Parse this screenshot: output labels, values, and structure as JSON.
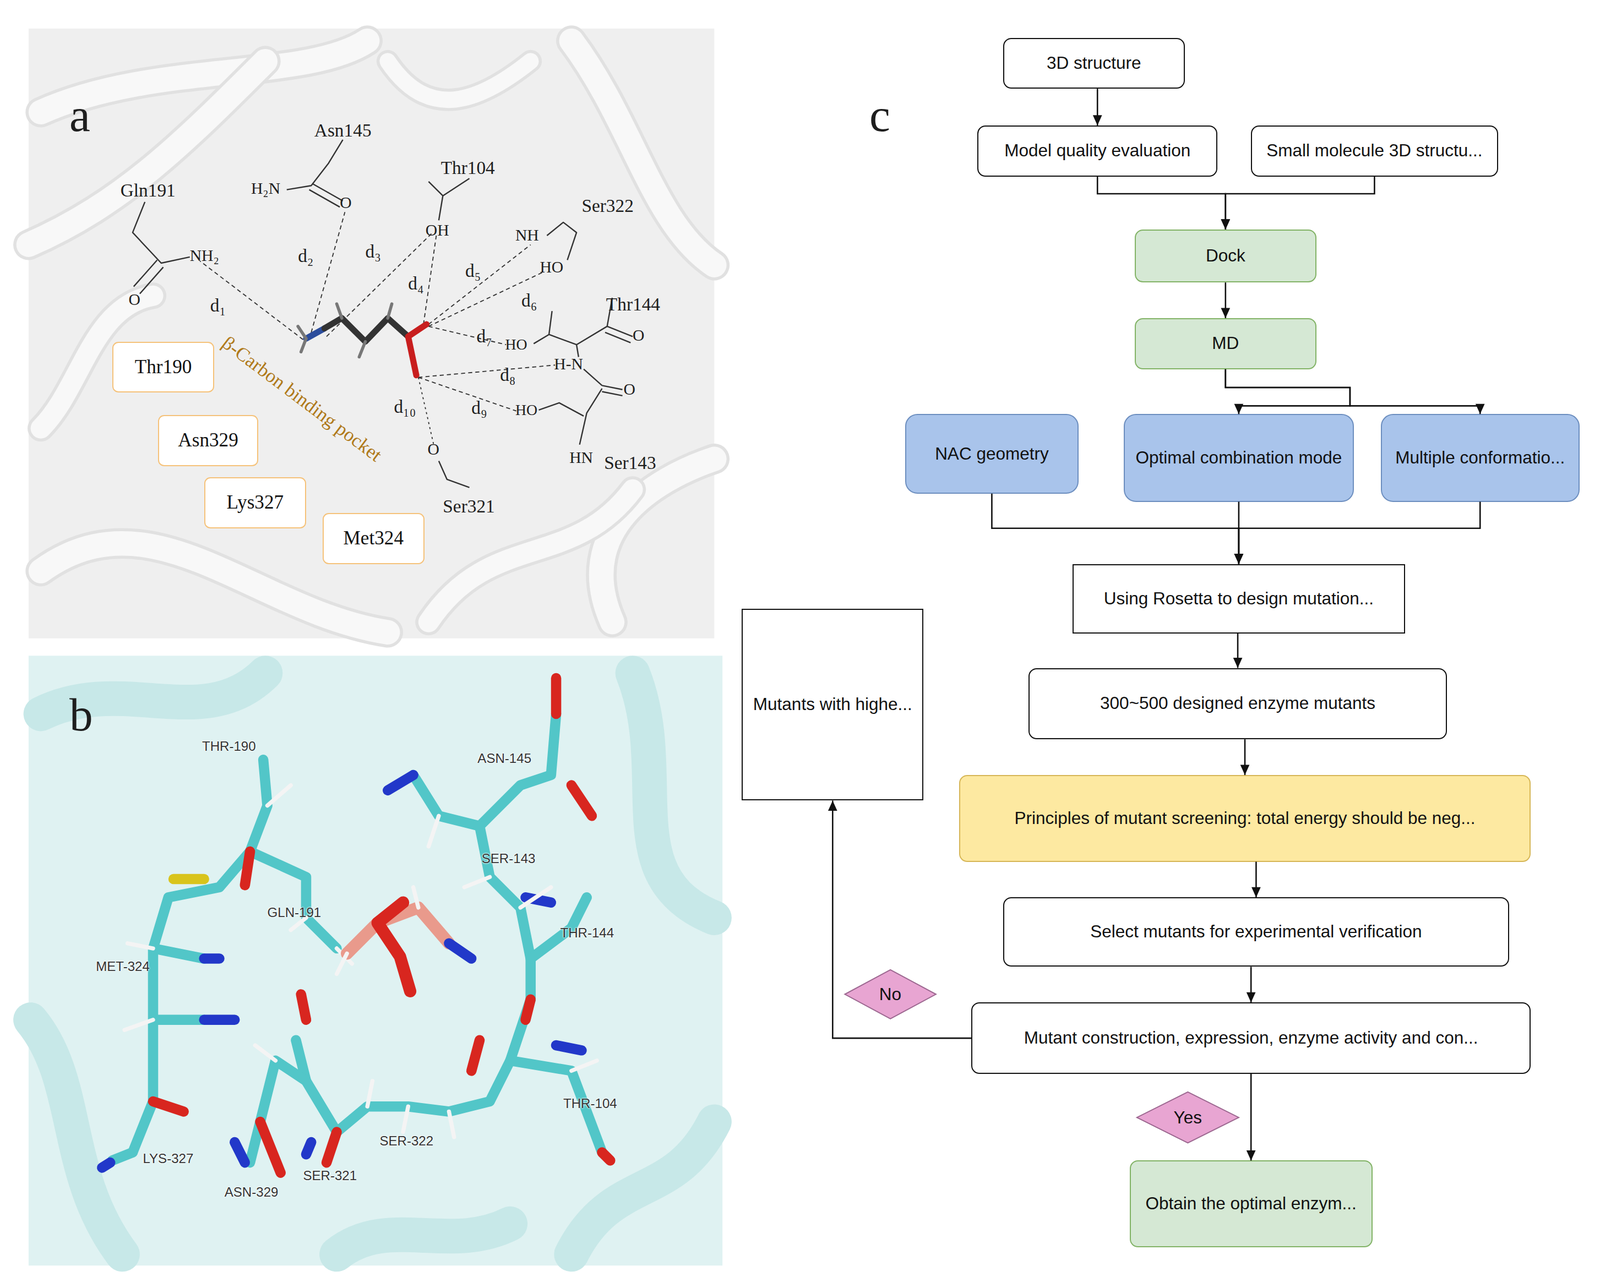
{
  "diagram": {
    "nodes": [
      {
        "text": [
          "Thr190"
        ]
      },
      {
        "text": [
          "Asn329"
        ]
      },
      {
        "text": [
          "Lys327"
        ]
      },
      {
        "text": [
          "Met324"
        ]
      },
      {
        "text": [
          "3D structure"
        ]
      },
      {
        "text": [
          "Model quality evaluation"
        ]
      },
      {
        "text": [
          "Small molecule 3D structu..."
        ]
      },
      {
        "text": [
          "Dock"
        ]
      },
      {
        "text": [
          "MD"
        ]
      },
      {
        "text": [
          "NAC geometry"
        ]
      },
      {
        "text": [
          "Optimal combination mode"
        ]
      },
      {
        "text": [
          "Multiple conformatio..."
        ]
      },
      {
        "text": [
          "Using Rosetta to design mutation..."
        ]
      },
      {
        "text": [
          "Mutants with highe..."
        ]
      },
      {
        "text": [
          "300~500 designed enzyme mutants"
        ]
      },
      {
        "text": [
          "Principles of mutant screening: total energy should be neg..."
        ]
      },
      {
        "text": [
          "Select mutants for experimental verification"
        ]
      },
      {
        "text": [
          "No"
        ]
      },
      {
        "text": [
          "Mutant construction, expression, enzyme activity and con..."
        ]
      },
      {
        "text": [
          "Yes"
        ]
      },
      {
        "text": [
          "Obtain the optimal enzym..."
        ]
      }
    ],
    "edges": [
      {
        "from": 4,
        "to": 5,
        "arrow": "to"
      },
      {
        "from": 5,
        "to": 7,
        "arrow": "to"
      },
      {
        "from": 6,
        "to": 7,
        "arrow": "to"
      },
      {
        "from": 7,
        "to": 8,
        "arrow": "to"
      },
      {
        "from": 8,
        "to": 10,
        "arrow": "to"
      },
      {
        "from": 8,
        "to": 11,
        "arrow": "to"
      },
      {
        "from": 9,
        "to": 12,
        "arrow": "to"
      },
      {
        "from": 10,
        "to": 12,
        "arrow": "to"
      },
      {
        "from": 11,
        "to": 12,
        "arrow": "to"
      },
      {
        "from": 12,
        "to": 14,
        "arrow": "to"
      },
      {
        "from": 14,
        "to": 15,
        "arrow": "to"
      },
      {
        "from": 15,
        "to": 16,
        "arrow": "to"
      },
      {
        "from": 16,
        "to": 18,
        "arrow": "to"
      },
      {
        "from": 18,
        "to": 13,
        "arrow": "to"
      },
      {
        "from": 18,
        "to": 20,
        "arrow": "to"
      }
    ],
    "labels": [
      "a",
      "Asn145",
      "Gln191",
      "H₂N",
      "O",
      "Thr104",
      "Ser322",
      "NH₂",
      "OH",
      "NH",
      "d₁",
      "d₂",
      "d₃",
      "d₄",
      "d₅",
      "HO",
      "O",
      "d₆",
      "Thr144",
      "d₇",
      "HO",
      "O",
      "β-Carbon binding pocket",
      "H-N",
      "d₈",
      "O",
      "d₁₀",
      "d₉",
      "HO",
      "O",
      "HN",
      "Ser143",
      "Ser321",
      "b",
      "THR-190",
      "ASN-145",
      "SER-143",
      "GLN-191",
      "MET-324",
      "THR-144",
      "THR-104",
      "SER-322",
      "LYS-327",
      "ASN-329",
      "SER-321",
      "c"
    ]
  }
}
